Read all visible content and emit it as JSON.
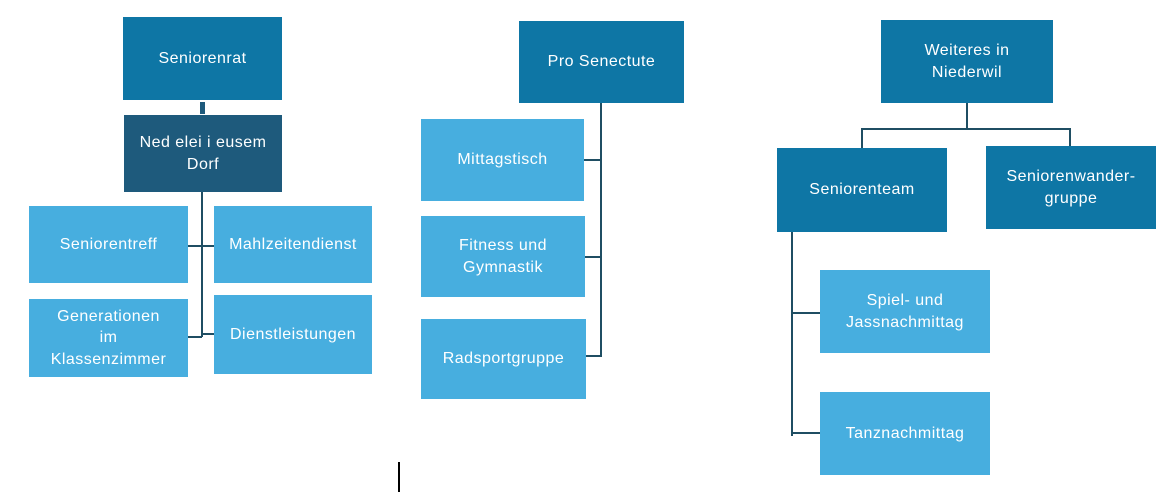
{
  "colors": {
    "header_fill": "#0E76A5",
    "dark_fill": "#1E5A7C",
    "light_fill": "#47AEDF",
    "line_color": "#1F4E63",
    "text_color": "#FFFFFF",
    "caret_color": "#000000"
  },
  "nodes": {
    "seniorenrat": {
      "label": "Seniorenrat"
    },
    "ned_elei": {
      "label": "Ned elei i eusem\nDorf"
    },
    "seniorentreff": {
      "label": "Seniorentreff"
    },
    "mahlzeitendienst": {
      "label": "Mahlzeitendienst"
    },
    "generationen": {
      "label": "Generationen\nim\nKlassenzimmer"
    },
    "dienstleistungen": {
      "label": "Dienstleistungen"
    },
    "pro_senectute": {
      "label": "Pro Senectute"
    },
    "mittagstisch": {
      "label": "Mittagstisch"
    },
    "fitness": {
      "label": "Fitness und\nGymnastik"
    },
    "radsportgruppe": {
      "label": "Radsportgruppe"
    },
    "weiteres": {
      "label": "Weiteres in\nNiederwil"
    },
    "seniorenteam": {
      "label": "Seniorenteam"
    },
    "seniorenwandergruppe": {
      "label": "Seniorenwander-\ngruppe"
    },
    "spiel_jass": {
      "label": "Spiel- und\nJassnachmittag"
    },
    "tanznachmittag": {
      "label": "Tanznachmittag"
    }
  },
  "hierarchy": [
    {
      "root": "Seniorenrat",
      "children": [
        {
          "label": "Ned elei i eusem Dorf",
          "children": [
            "Seniorentreff",
            "Mahlzeitendienst",
            "Generationen im Klassenzimmer",
            "Dienstleistungen"
          ]
        }
      ]
    },
    {
      "root": "Pro Senectute",
      "children": [
        "Mittagstisch",
        "Fitness und Gymnastik",
        "Radsportgruppe"
      ]
    },
    {
      "root": "Weiteres in Niederwil",
      "children": [
        {
          "label": "Seniorenteam",
          "children": [
            "Spiel- und Jassnachmittag",
            "Tanznachmittag"
          ]
        },
        {
          "label": "Seniorenwander-gruppe"
        }
      ]
    }
  ]
}
